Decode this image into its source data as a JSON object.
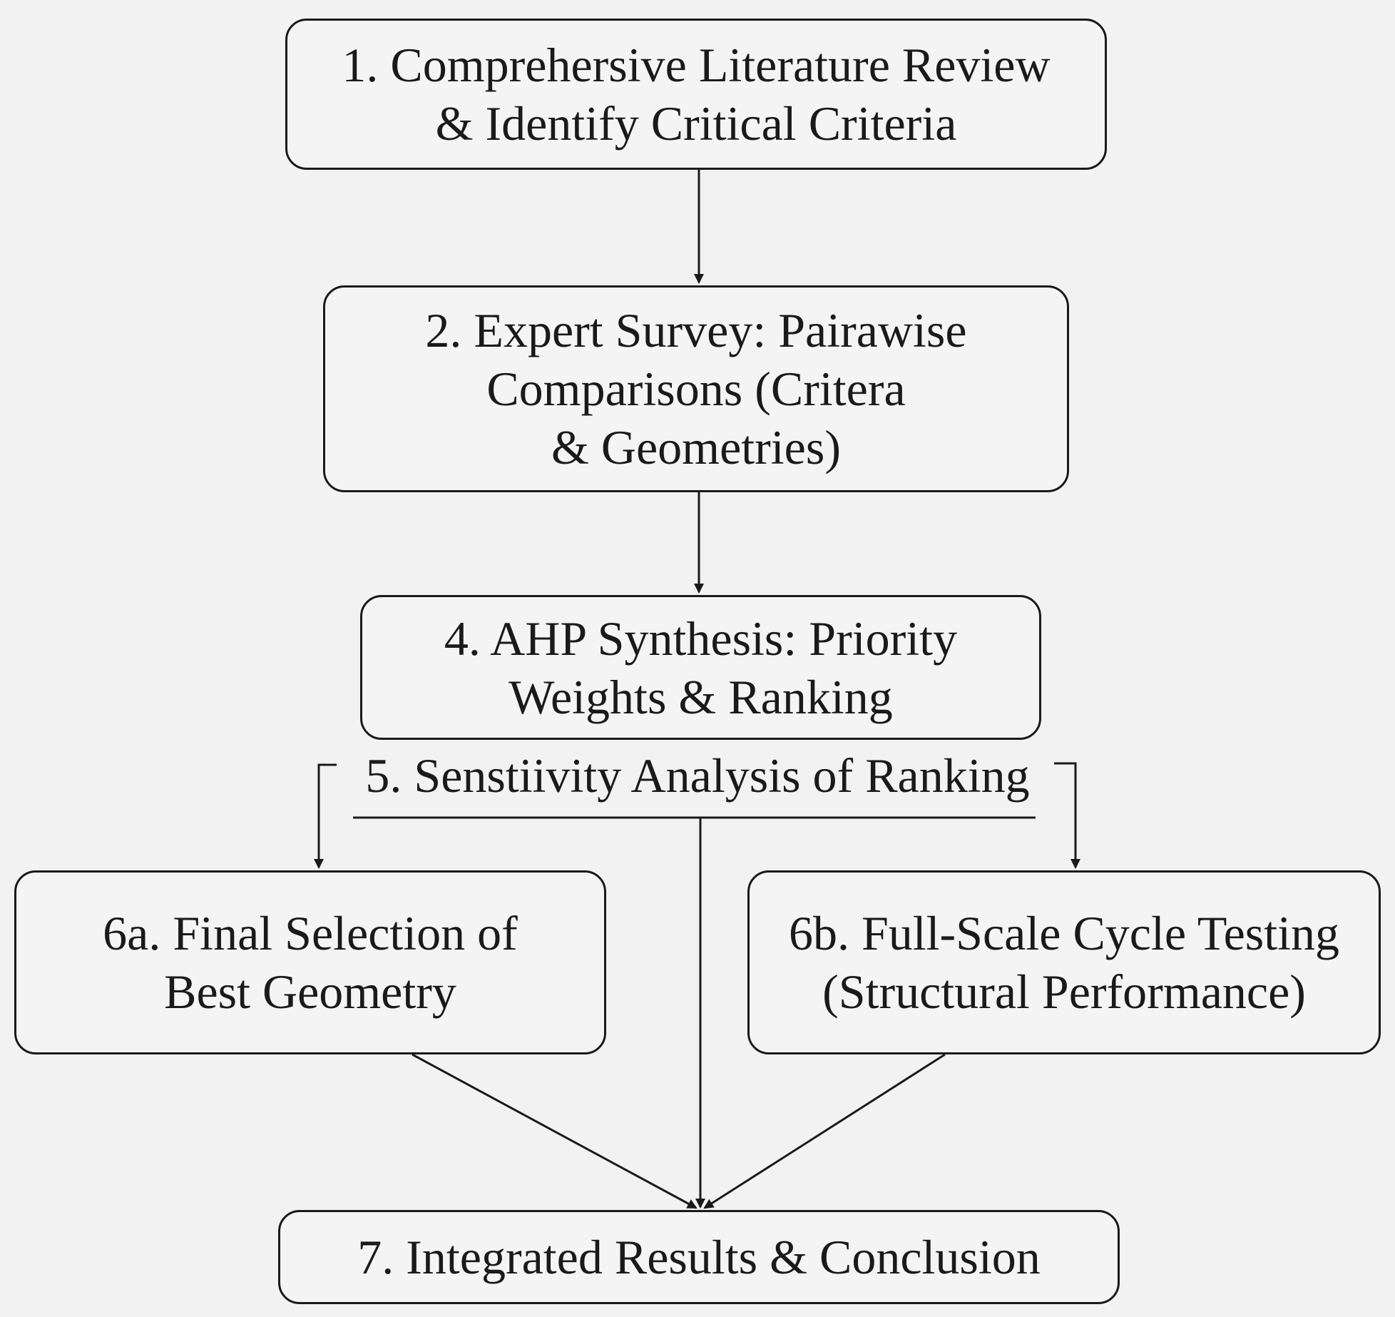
{
  "diagram": {
    "steps": {
      "step1": {
        "lines": [
          "1. Comprehersive Literature Review",
          "& Identify Critical Criteria"
        ]
      },
      "step2": {
        "lines": [
          "2. Expert Survey: Pairawise",
          "Comparisons (Critera",
          "& Geometries)"
        ]
      },
      "step4": {
        "lines": [
          "4. AHP Synthesis: Priority",
          "Weights & Ranking"
        ]
      },
      "step5": {
        "label": "5. Senstiivity Analysis of Ranking"
      },
      "step6a": {
        "lines": [
          "6a. Final Selection of",
          "Best Geometry"
        ]
      },
      "step6b": {
        "lines": [
          "6b. Full-Scale Cycle Testing",
          "(Structural Performance)"
        ]
      },
      "step7": {
        "lines": [
          "7. Integrated Results & Conclusion"
        ]
      }
    },
    "colors": {
      "stroke": "#1a1a1a",
      "box_fill": "#f4f4f4",
      "background": "#f2f2f2"
    }
  }
}
